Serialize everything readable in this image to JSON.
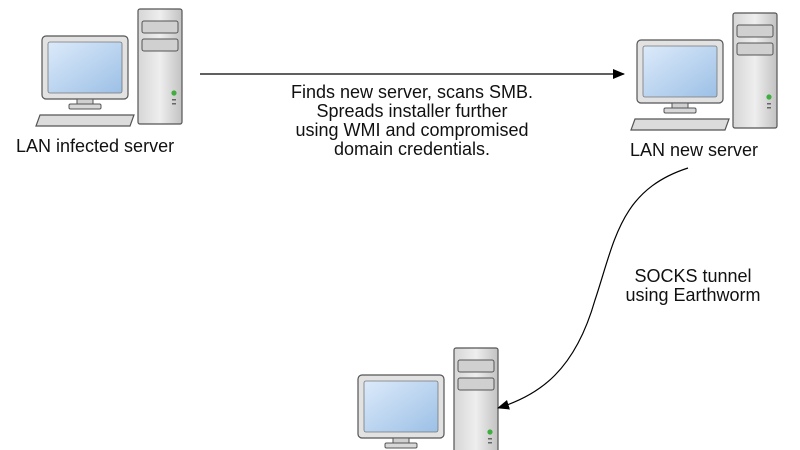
{
  "nodes": [
    {
      "id": "infected",
      "label": "LAN infected server"
    },
    {
      "id": "new",
      "label": "LAN new server"
    },
    {
      "id": "bottom",
      "label": ""
    }
  ],
  "edges": [
    {
      "id": "infected-to-new",
      "lines": [
        "Finds new server, scans SMB.",
        "Spreads installer further",
        "using WMI and compromised",
        "domain credentials."
      ]
    },
    {
      "id": "new-to-bottom",
      "lines": [
        "SOCKS tunnel",
        "using Earthworm"
      ]
    }
  ],
  "colors": {
    "monitor_screen": "#b9d4ee",
    "case_body": "#cccccc",
    "power_led": "#3fae3f",
    "line": "#000000"
  },
  "icons": {
    "computer": "desktop-computer-icon"
  }
}
